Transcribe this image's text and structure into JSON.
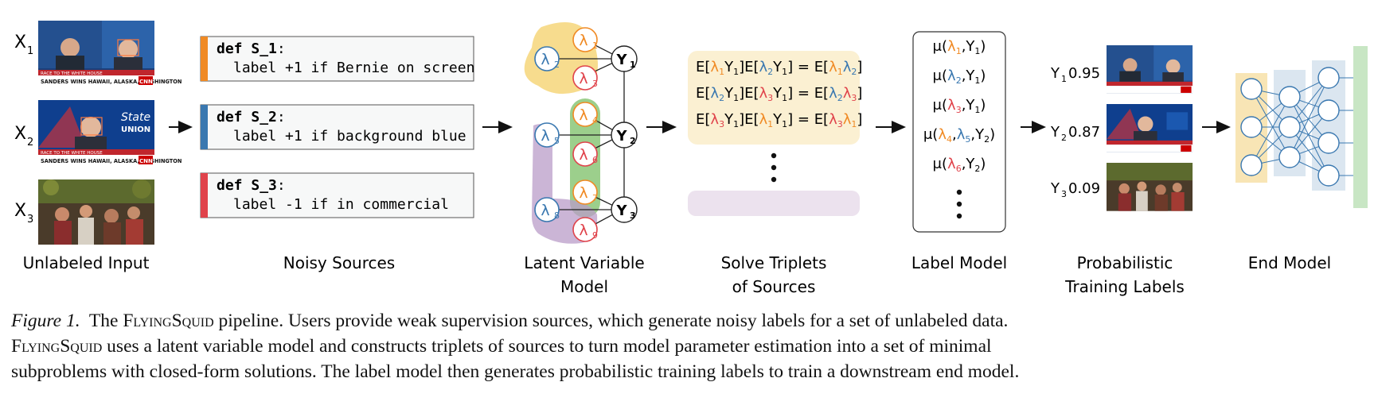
{
  "colors": {
    "orange": "#f08a24",
    "blue": "#3a78b0",
    "red": "#e0434b",
    "purple": "#b99cc8",
    "green": "#9ccf8c",
    "yellow": "#f7dc8e",
    "triplet_bg": "#fbf0d2",
    "triplet_faded": "#ece2ee",
    "end_yellow": "#f8e5b5",
    "end_blue": "#dbe6f0",
    "end_green": "#c8e6c4"
  },
  "input": {
    "items": [
      {
        "label": "X",
        "sub": "1",
        "frame": "news-anchor-and-bernie"
      },
      {
        "label": "X",
        "sub": "2",
        "frame": "bernie-blue-background"
      },
      {
        "label": "X",
        "sub": "3",
        "frame": "commercial-crowd"
      }
    ],
    "stage_label": "Unlabeled Input",
    "headline_texts": [
      "SANDERS WINS HAWAII, ALASKA, WASHINGTON",
      "SANDERS WINS HAWAII, ALASKA, WASHINGTON"
    ],
    "race_text": "RACE TO THE WHITE HOUSE",
    "network": "CNN",
    "show_name": [
      "State",
      "UNION"
    ]
  },
  "sources": {
    "stage_label": "Noisy Sources",
    "items": [
      {
        "def": "def",
        "name": "S_1",
        "colon": ":",
        "body": "label +1 if Bernie on screen",
        "color": "orange"
      },
      {
        "def": "def",
        "name": "S_2",
        "colon": ":",
        "body": "label +1 if background blue",
        "color": "blue"
      },
      {
        "def": "def",
        "name": "S_3",
        "colon": ":",
        "body": "label -1 if in commercial",
        "color": "red"
      }
    ]
  },
  "latent": {
    "stage_label_line1": "Latent Variable",
    "stage_label_line2": "Model",
    "lambda_symbol": "λ",
    "y_symbol": "Y",
    "lambdas": [
      {
        "sub": "1",
        "color": "orange"
      },
      {
        "sub": "2",
        "color": "blue"
      },
      {
        "sub": "3",
        "color": "red"
      },
      {
        "sub": "4",
        "color": "orange"
      },
      {
        "sub": "5",
        "color": "blue"
      },
      {
        "sub": "6",
        "color": "red"
      },
      {
        "sub": "7",
        "color": "orange"
      },
      {
        "sub": "8",
        "color": "blue"
      },
      {
        "sub": "9",
        "color": "red"
      }
    ],
    "ys": [
      {
        "sub": "1"
      },
      {
        "sub": "2"
      },
      {
        "sub": "3"
      }
    ]
  },
  "triplets": {
    "stage_label_line1": "Solve Triplets",
    "stage_label_line2": "of Sources",
    "equations": [
      {
        "a": "1",
        "b": "2",
        "c": "1",
        "ca": "orange",
        "cb": "blue",
        "cc": "orange",
        "y": "1",
        "ya": "1",
        "yb": "1",
        "ra": "1",
        "rb": "2",
        "rca": "orange",
        "rcb": "blue"
      },
      {
        "a": "2",
        "b": "3",
        "ca": "blue",
        "cb": "red",
        "ya": "1",
        "yb": "1",
        "ra": "2",
        "rb": "3",
        "rca": "blue",
        "rcb": "red"
      },
      {
        "a": "3",
        "b": "1",
        "ca": "red",
        "cb": "orange",
        "ya": "1",
        "yb": "1",
        "ra": "3",
        "rb": "1",
        "rca": "red",
        "rcb": "orange"
      }
    ],
    "dots": "⋮"
  },
  "label_model": {
    "stage_label": "Label Model",
    "mu": "μ",
    "rows": [
      {
        "terms": [
          {
            "sub": "1",
            "color": "orange"
          }
        ],
        "y": "1"
      },
      {
        "terms": [
          {
            "sub": "2",
            "color": "blue"
          }
        ],
        "y": "1"
      },
      {
        "terms": [
          {
            "sub": "3",
            "color": "red"
          }
        ],
        "y": "1"
      },
      {
        "terms": [
          {
            "sub": "4",
            "color": "orange"
          },
          {
            "sub": "5",
            "color": "blue"
          }
        ],
        "y": "2"
      },
      {
        "terms": [
          {
            "sub": "6",
            "color": "red"
          }
        ],
        "y": "2"
      }
    ]
  },
  "prob_labels": {
    "stage_label_line1": "Probabilistic",
    "stage_label_line2": "Training Labels",
    "items": [
      {
        "y": "Y",
        "sub": "1",
        "value": "0.95"
      },
      {
        "y": "Y",
        "sub": "2",
        "value": "0.87"
      },
      {
        "y": "Y",
        "sub": "3",
        "value": "0.09"
      }
    ]
  },
  "end_model": {
    "stage_label": "End Model"
  },
  "caption": {
    "figure": "Figure 1.",
    "line1_a": "The ",
    "line1_name": "FlyingSquid",
    "line1_b": " pipeline. Users provide weak supervision sources, which generate noisy labels for a set of unlabeled data.",
    "line2_name": "FlyingSquid",
    "line2_b": " uses a latent variable model and constructs triplets of sources to turn model parameter estimation into a set of minimal",
    "line3": "subproblems with closed-form solutions. The label model then generates probabilistic training labels to train a downstream end model."
  }
}
